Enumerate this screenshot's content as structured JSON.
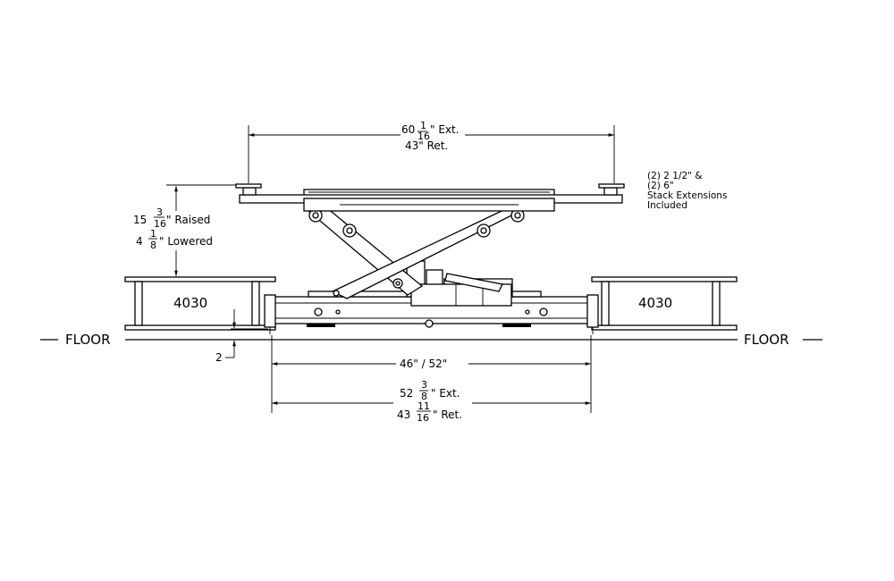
{
  "dimensions": {
    "top_width": {
      "whole": "60",
      "frac_num": "1",
      "frac_den": "16",
      "suffix": "\" Ext.",
      "retracted": "43\" Ret."
    },
    "raised": {
      "whole": "15",
      "frac_num": "3",
      "frac_den": "16",
      "suffix": "\" Raised"
    },
    "lowered": {
      "whole": "4",
      "frac_num": "1",
      "frac_den": "8",
      "suffix": "\" Lowered"
    },
    "base_width": "46\" / 52\"",
    "bottom_ext": {
      "whole": "52",
      "frac_num": "3",
      "frac_den": "8",
      "suffix": "\" Ext."
    },
    "bottom_ret": {
      "whole": "43",
      "frac_num": "11",
      "frac_den": "16",
      "suffix": "\" Ret."
    },
    "clearance": "2"
  },
  "note": {
    "line1": "(2) 2 1/2\" &",
    "line2": "(2) 6\"",
    "line3": "Stack Extensions",
    "line4": "Included"
  },
  "labels": {
    "left_beam": "4030",
    "right_beam": "4030",
    "floor_left": "FLOOR",
    "floor_right": "FLOOR"
  }
}
